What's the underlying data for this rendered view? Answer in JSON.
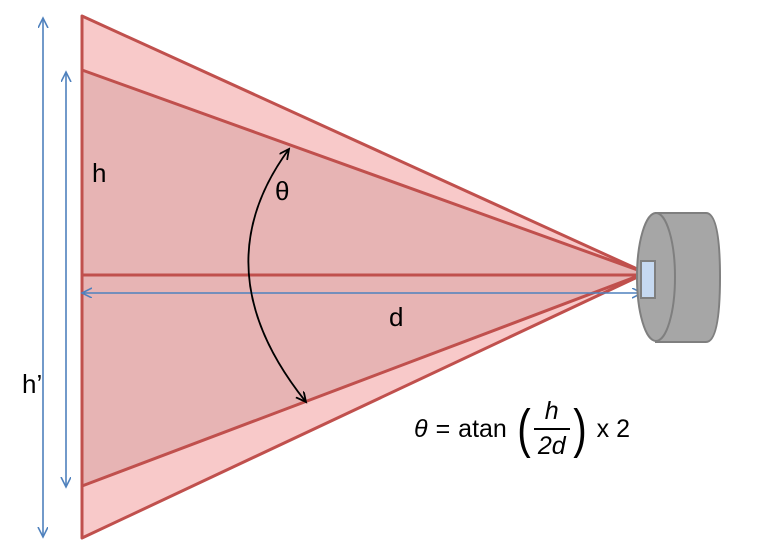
{
  "labels": {
    "h": "h",
    "h_prime": "h’",
    "theta": "θ",
    "d": "d"
  },
  "formula": {
    "lhs": "θ",
    "equals": "=",
    "func": "atan",
    "numerator": "h",
    "denominator": "2d",
    "times": "x 2"
  },
  "colors": {
    "outer_fill": "#f8c9c9",
    "inner_fill": "#e7b4b4",
    "edge": "#c0504d",
    "dimension_arrow": "#4f81bd",
    "camera_body": "#a6a6a6",
    "camera_lens": "#c6d9f1"
  }
}
